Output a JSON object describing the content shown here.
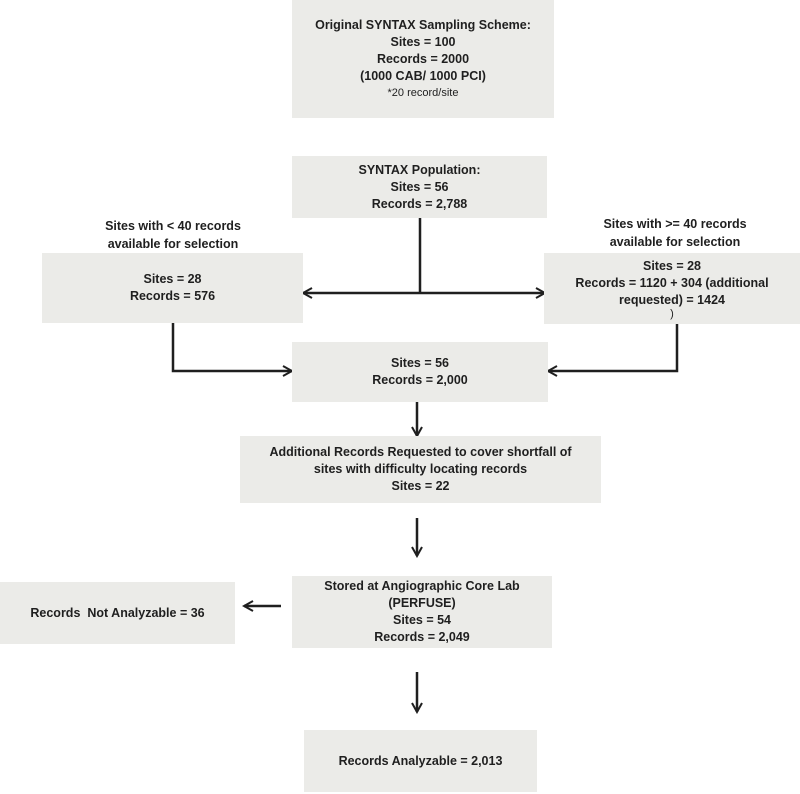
{
  "nodes": {
    "original_scheme": {
      "lines": [
        "Original SYNTAX Sampling Scheme:",
        "Sites = 100",
        "Records = 2000",
        "(1000 CAB/ 1000 PCI)"
      ],
      "note": "*20 record/site"
    },
    "population": {
      "lines": [
        "SYNTAX Population:",
        "Sites = 56",
        "Records = 2,788"
      ]
    },
    "left_branch": {
      "caption": [
        "Sites with < 40 records",
        "available for selection"
      ],
      "lines": [
        "Sites = 28",
        "Records = 576"
      ]
    },
    "right_branch": {
      "caption": [
        "Sites with >= 40 records",
        "available for selection"
      ],
      "lines": [
        "Sites = 28",
        "Records = 1120 + 304 (additional",
        "requested) = 1424"
      ],
      "note": ")"
    },
    "combined": {
      "lines": [
        "Sites = 56",
        "Records = 2,000"
      ]
    },
    "additional": {
      "lines": [
        "Additional Records Requested to cover shortfall of",
        "sites with difficulty locating records",
        "Sites = 22"
      ]
    },
    "stored": {
      "lines": [
        "Stored at Angiographic Core Lab",
        "(PERFUSE)",
        "Sites = 54",
        "Records = 2,049"
      ]
    },
    "not_analyzable": {
      "lines": [
        "Records  Not Analyzable = 36"
      ]
    },
    "analyzable": {
      "lines": [
        "Records Analyzable = 2,013"
      ]
    }
  }
}
